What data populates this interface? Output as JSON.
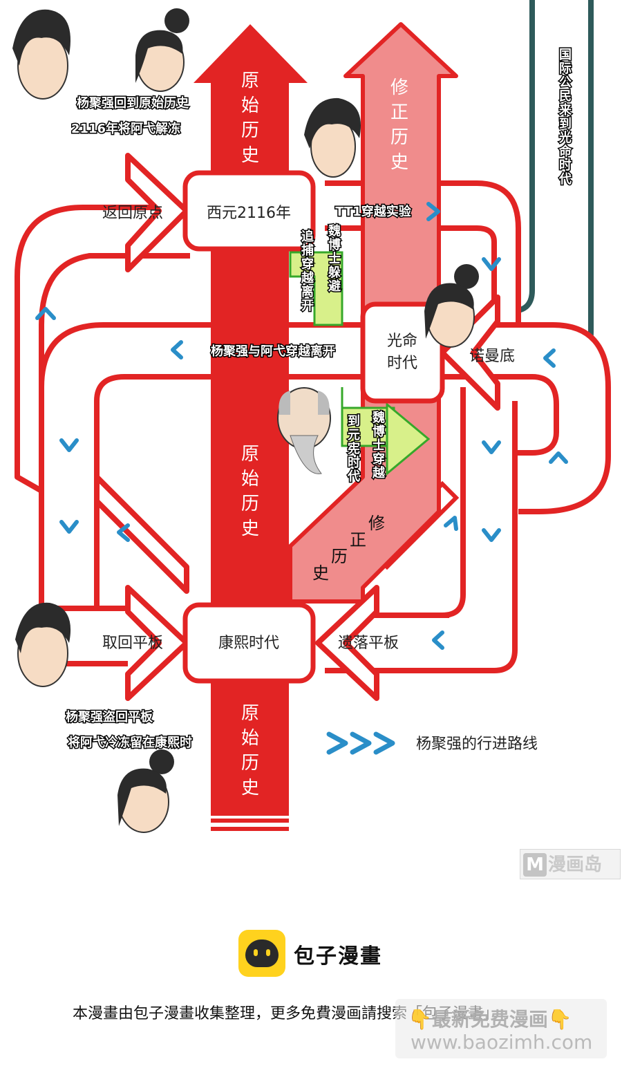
{
  "diagram": {
    "nodes": {
      "xiyuan": "西元2116年",
      "kangxi": "康熙时代",
      "guangming": [
        "光命",
        "时代"
      ]
    },
    "arrows": {
      "original_top": "原始历史",
      "revised_top": "修正历史",
      "original_mid": "原始历史",
      "original_bottom": "原始历史",
      "revised_diag": "修正历史"
    },
    "labels": {
      "return_origin": "返回原点",
      "tt1": "TT1穿越实验",
      "normandy": "诺曼底",
      "yang_leave": "杨聚强与阿弋穿越离开",
      "retrieve_tablet": "取回平板",
      "lose_tablet": "遗落平板",
      "pursue_leave": "追捕穿越离开",
      "wei_hide": "魏博士躲避",
      "to_yuan": "到元宪时代",
      "wei_travel": "魏博士穿越",
      "citizen_arrive": "国际公民来到光命时代"
    },
    "captions": {
      "top_line1": "杨聚强回到原始历史",
      "top_line2": "2116年将阿弋解冻",
      "bottom_line1": "杨聚强盗回平板",
      "bottom_line2": "将阿弋冷冻留在康熙时"
    },
    "legend": "杨聚强的行进路线",
    "colors": {
      "red": "#e22424",
      "pink": "#f08c8c",
      "teal": "#2e5a5a",
      "green": "#d8f08a",
      "blue": "#2a8ec8"
    }
  },
  "footer": {
    "brand": "包子漫畫",
    "notice": "本漫畫由包子漫畫收集整理，更多免費漫画請搜索「包子漫畫」",
    "watermark_top": "漫画岛",
    "watermark_m": "M",
    "watermark_line1": "👇最新免费漫画👇",
    "watermark_line2": "www.baozimh.com"
  }
}
